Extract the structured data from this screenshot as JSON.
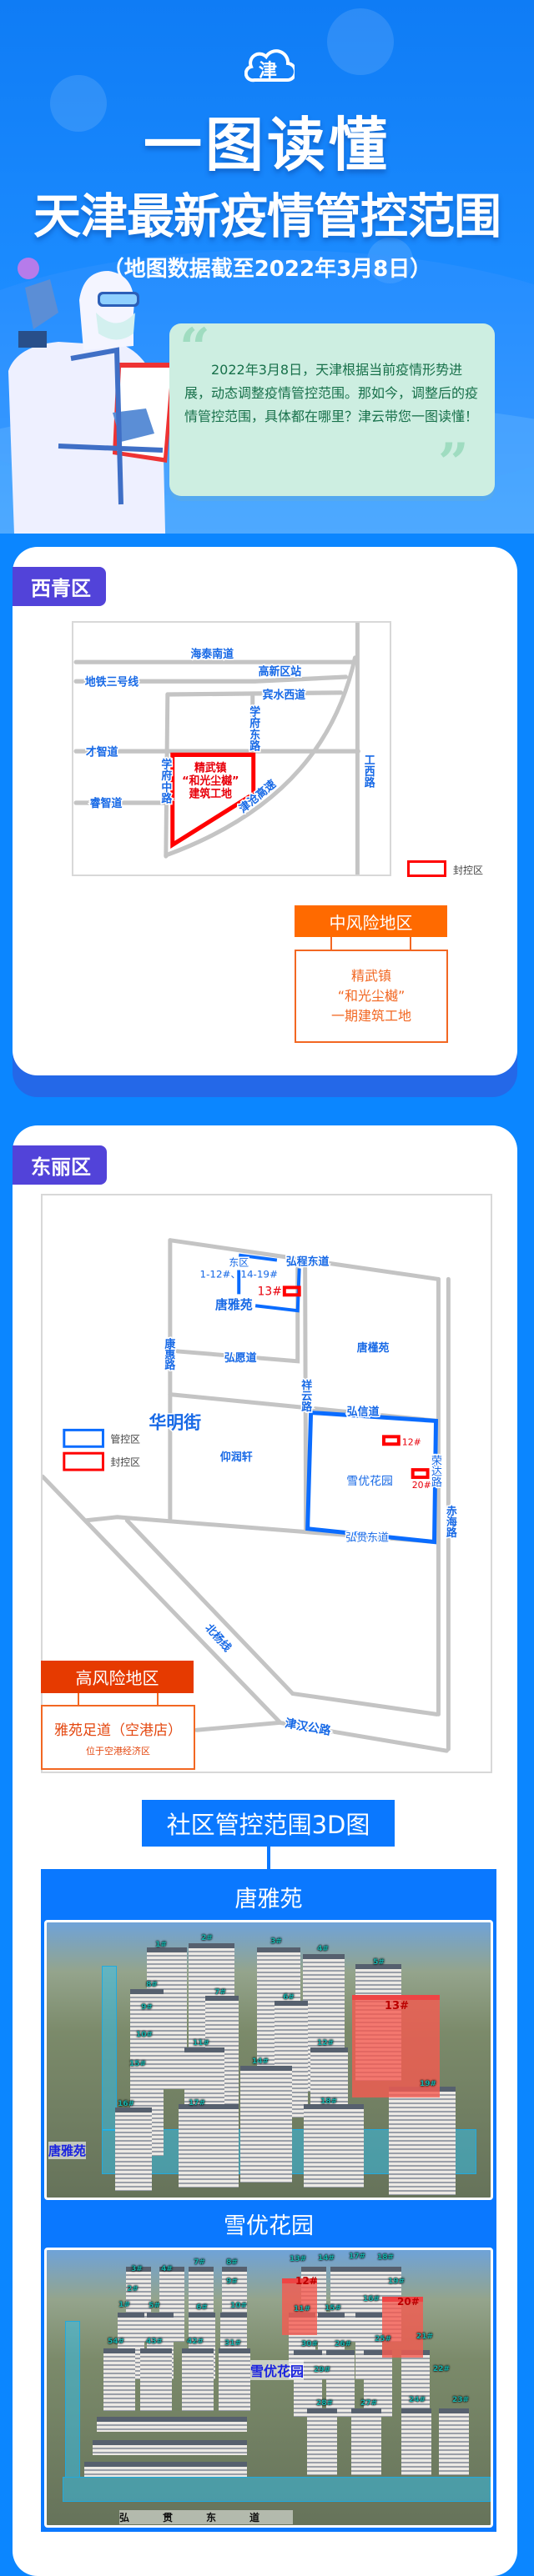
{
  "header": {
    "logo_char": "津",
    "title_line1": "一图读懂",
    "title_line2": "天津最新疫情管控范围",
    "subtitle": "（地图数据截至2022年3月8日）"
  },
  "intro": {
    "text": "2022年3月8日，天津根据当前疫情形势进展，动态调整疫情管控范围。那如今，调整后的疫情管控范围，具体都在哪里？津云带您一图读懂！"
  },
  "xiqing": {
    "district": "西青区",
    "roads": {
      "haitai": "海泰南道",
      "metro": "地铁三号线",
      "gaoxin": "高新区站",
      "binshui": "宾水西道",
      "xuefu_east": "学府东路",
      "caizhi": "才智道",
      "xuefu_mid": "学府中路",
      "ruizhi": "睿智道",
      "jincang": "津沧高速",
      "gongxi": "工西路"
    },
    "site_lines": [
      "精武镇",
      "“和光尘樾”",
      "建筑工地"
    ],
    "legend": {
      "sealed": "封控区"
    },
    "risk": {
      "level": "中风险地区",
      "lines": [
        "精武镇",
        "“和光尘樾”",
        "一期建筑工地"
      ]
    },
    "colors": {
      "sealed": "#ff0000",
      "medium_risk": "#ff6a00"
    }
  },
  "dongli": {
    "district": "东丽区",
    "labels": {
      "east_zone": "东区",
      "buildings": "1-12#、14-19#",
      "b13": "13#",
      "tangyayuan": "唐雅苑",
      "hongcheng": "弘程东道",
      "tangjinyuan": "唐槿苑",
      "kanghui": "康惠路",
      "hongyuan": "弘愿道",
      "xiangyun": "祥云路",
      "hongxin": "弘信道",
      "huaming": "华明街",
      "yangrunxuan": "仰润轩",
      "xueyou": "雪优花园",
      "b12": "12#",
      "b20": "20#",
      "rongda": "荣达路",
      "chihai": "赤海路",
      "hongguan": "弘贯东道",
      "beiyang": "北杨线",
      "jinhan": "津汉公路"
    },
    "legend": {
      "managed": "管控区",
      "sealed": "封控区"
    },
    "risk": {
      "level": "高风险地区",
      "name": "雅苑足道（空港店）",
      "note": "位于空港经济区"
    },
    "colors": {
      "managed": "#0a6cff",
      "sealed": "#ff0000",
      "high_risk": "#e63a00"
    }
  },
  "community3d": {
    "title": "社区管控范围3D图",
    "photos": [
      {
        "name": "唐雅苑",
        "map_label": "唐雅苑",
        "sealed": [
          "13#"
        ],
        "buildings": [
          "1#",
          "2#",
          "3#",
          "4#",
          "5#",
          "6#",
          "7#",
          "8#",
          "9#",
          "10#",
          "11#",
          "12#",
          "14#",
          "15#",
          "16#",
          "17#",
          "18#",
          "19#"
        ]
      },
      {
        "name": "雪优花园",
        "map_label": "雪优花园",
        "sealed": [
          "12#",
          "20#"
        ],
        "buildings": [
          "1#",
          "2#",
          "3#",
          "4#",
          "5#",
          "6#",
          "7#",
          "8#",
          "9#",
          "10#",
          "11#",
          "13#",
          "14#",
          "15#",
          "16#",
          "17#",
          "18#",
          "19#",
          "21#",
          "22#",
          "23#",
          "24#",
          "25#",
          "26#",
          "27#",
          "28#",
          "29#",
          "30#",
          "31#",
          "42#",
          "43#",
          "54#"
        ],
        "road_label": "弘贯东道"
      }
    ]
  }
}
